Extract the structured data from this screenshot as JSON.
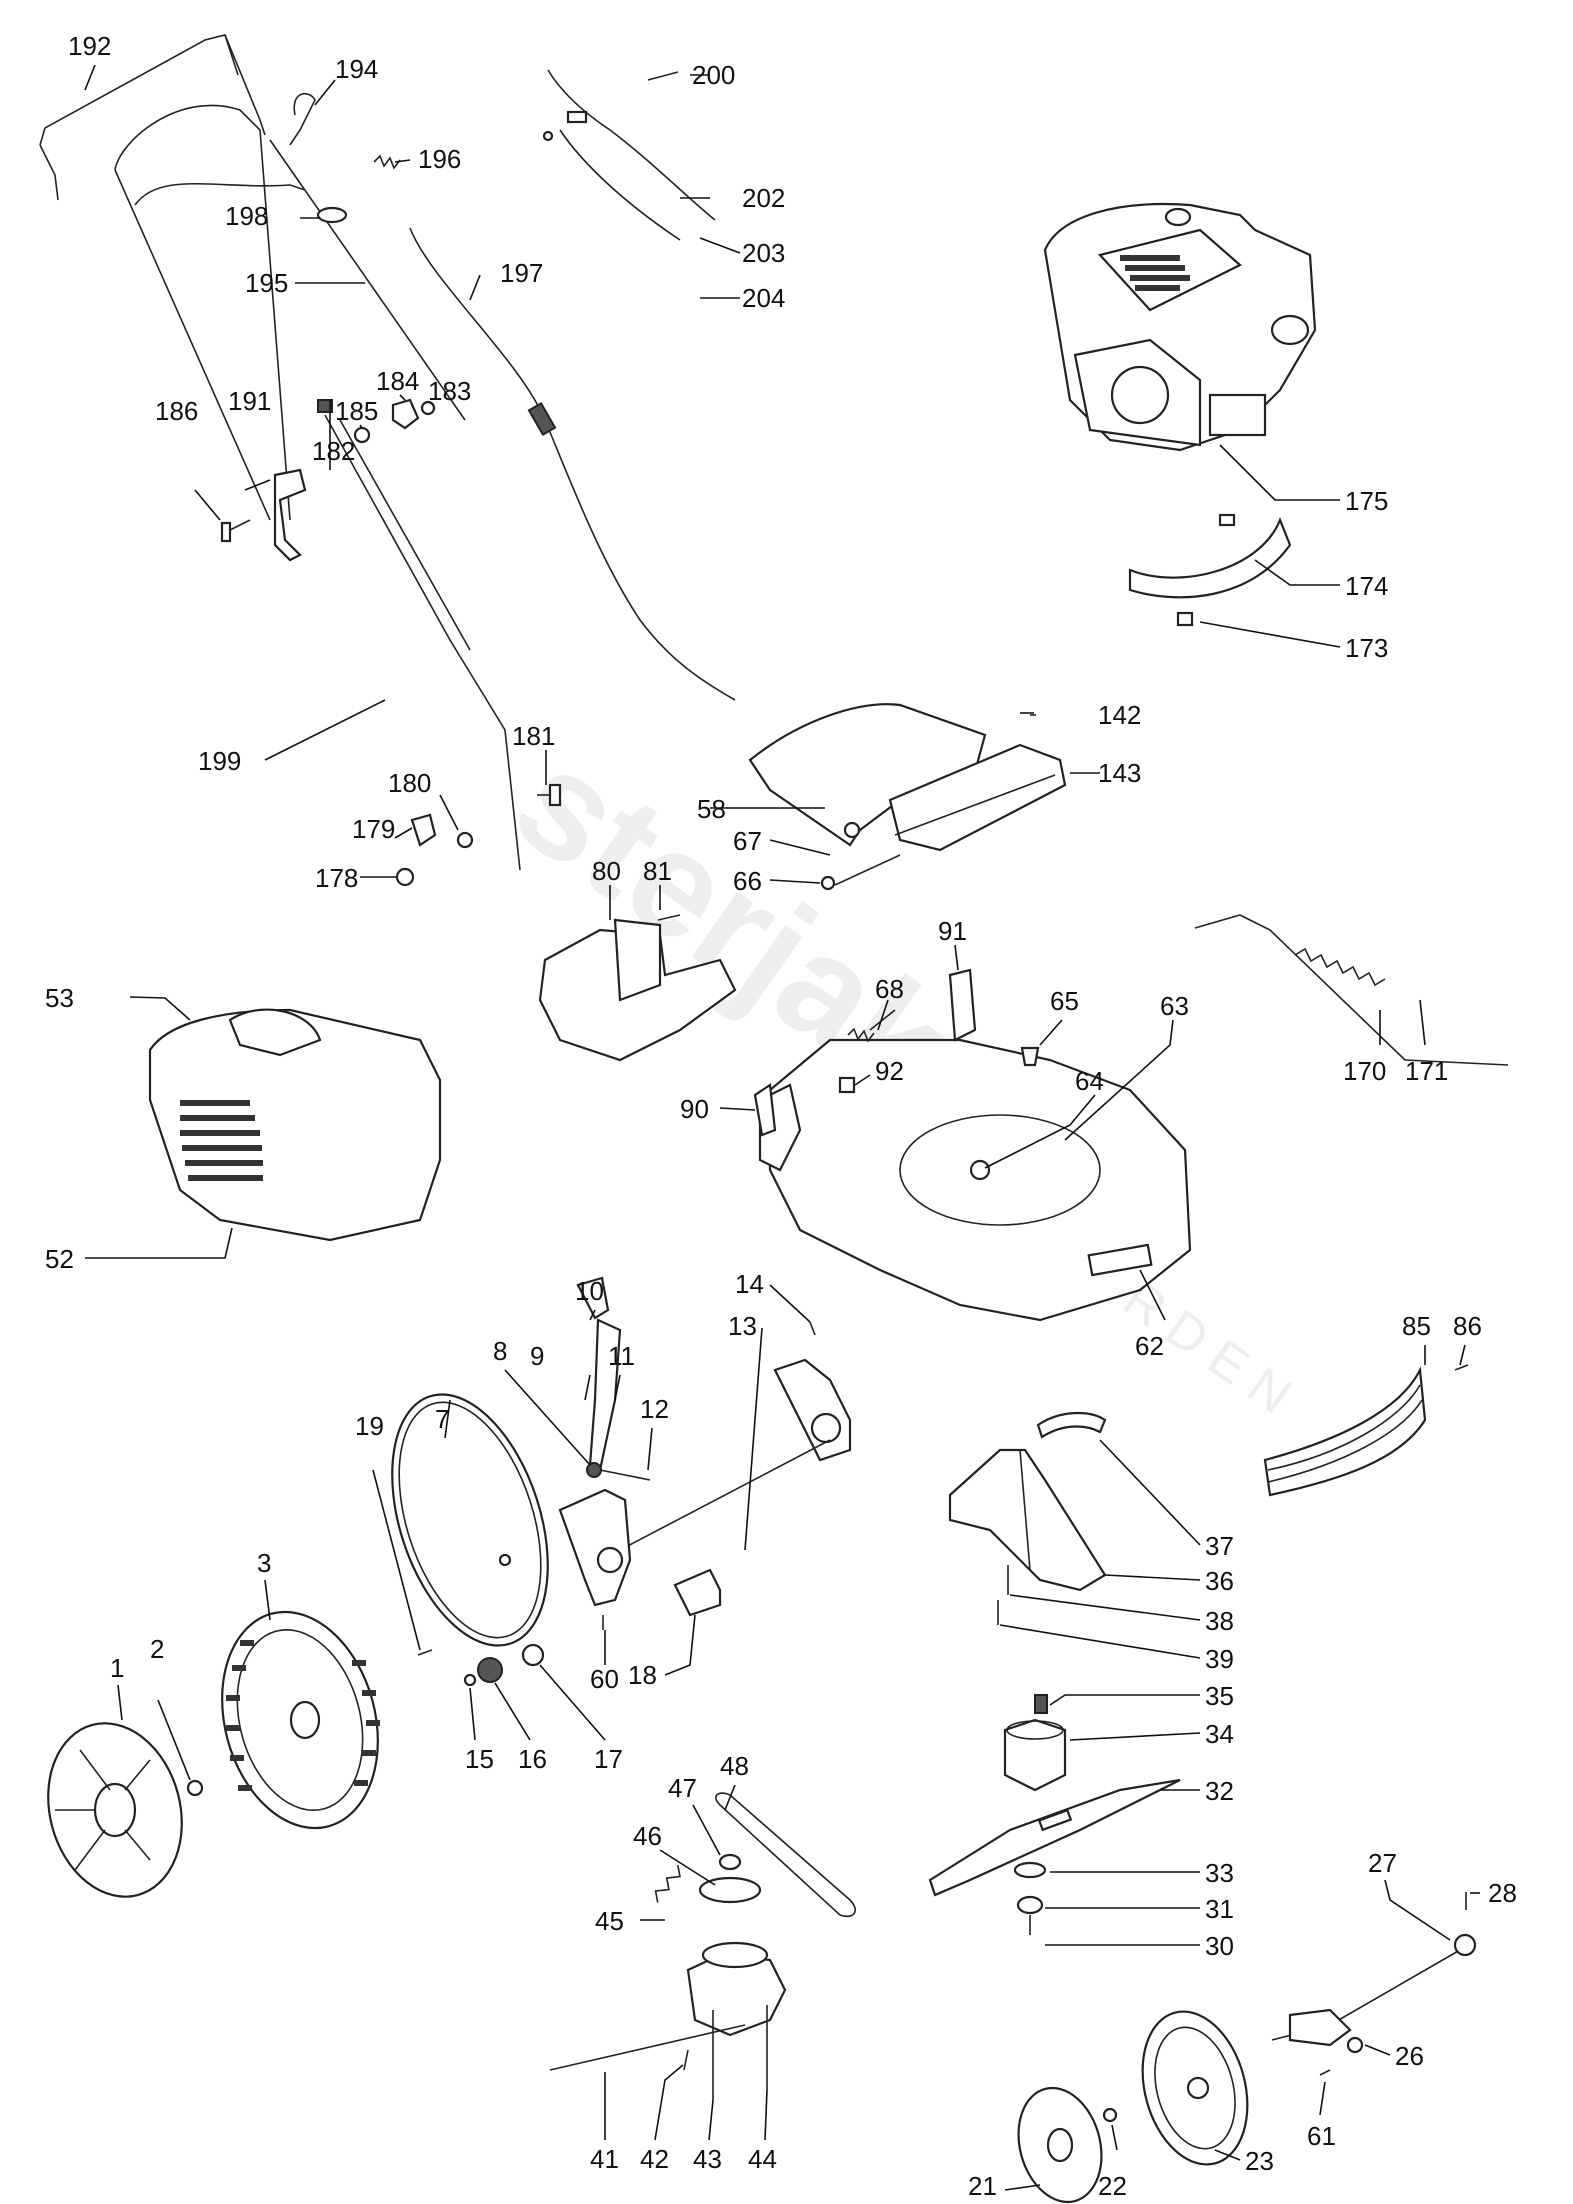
{
  "watermark": {
    "brand": "sterjak",
    "sub": "GARDEN"
  },
  "labels": {
    "p192": "192",
    "p194": "194",
    "p196": "196",
    "p198": "198",
    "p195": "195",
    "p197": "197",
    "p200": "200",
    "p202": "202",
    "p203": "203",
    "p204": "204",
    "p175": "175",
    "p174": "174",
    "p173": "173",
    "p182": "182",
    "p184": "184",
    "p183": "183",
    "p185": "185",
    "p186": "186",
    "p191": "191",
    "p199": "199",
    "p181": "181",
    "p180": "180",
    "p179": "179",
    "p178": "178",
    "p142": "142",
    "p143": "143",
    "p58": "58",
    "p67": "67",
    "p66": "66",
    "p80": "80",
    "p81": "81",
    "p53": "53",
    "p52": "52",
    "p91": "91",
    "p68": "68",
    "p65": "65",
    "p63": "63",
    "p64": "64",
    "p92": "92",
    "p90": "90",
    "p62": "62",
    "p170": "170",
    "p171": "171",
    "p10": "10",
    "p9": "9",
    "p11": "11",
    "p8": "8",
    "p12": "12",
    "p13": "13",
    "p14": "14",
    "p19": "19",
    "p7": "7",
    "p3": "3",
    "p1": "1",
    "p2": "2",
    "p60": "60",
    "p18": "18",
    "p15": "15",
    "p16": "16",
    "p17": "17",
    "p85": "85",
    "p86": "86",
    "p37": "37",
    "p36": "36",
    "p38": "38",
    "p39": "39",
    "p35": "35",
    "p34": "34",
    "p32": "32",
    "p33": "33",
    "p31": "31",
    "p30": "30",
    "p48": "48",
    "p47": "47",
    "p46": "46",
    "p45": "45",
    "p41": "41",
    "p42": "42",
    "p43": "43",
    "p44": "44",
    "p27": "27",
    "p28": "28",
    "p26": "26",
    "p61": "61",
    "p23": "23",
    "p21": "21",
    "p22": "22"
  }
}
